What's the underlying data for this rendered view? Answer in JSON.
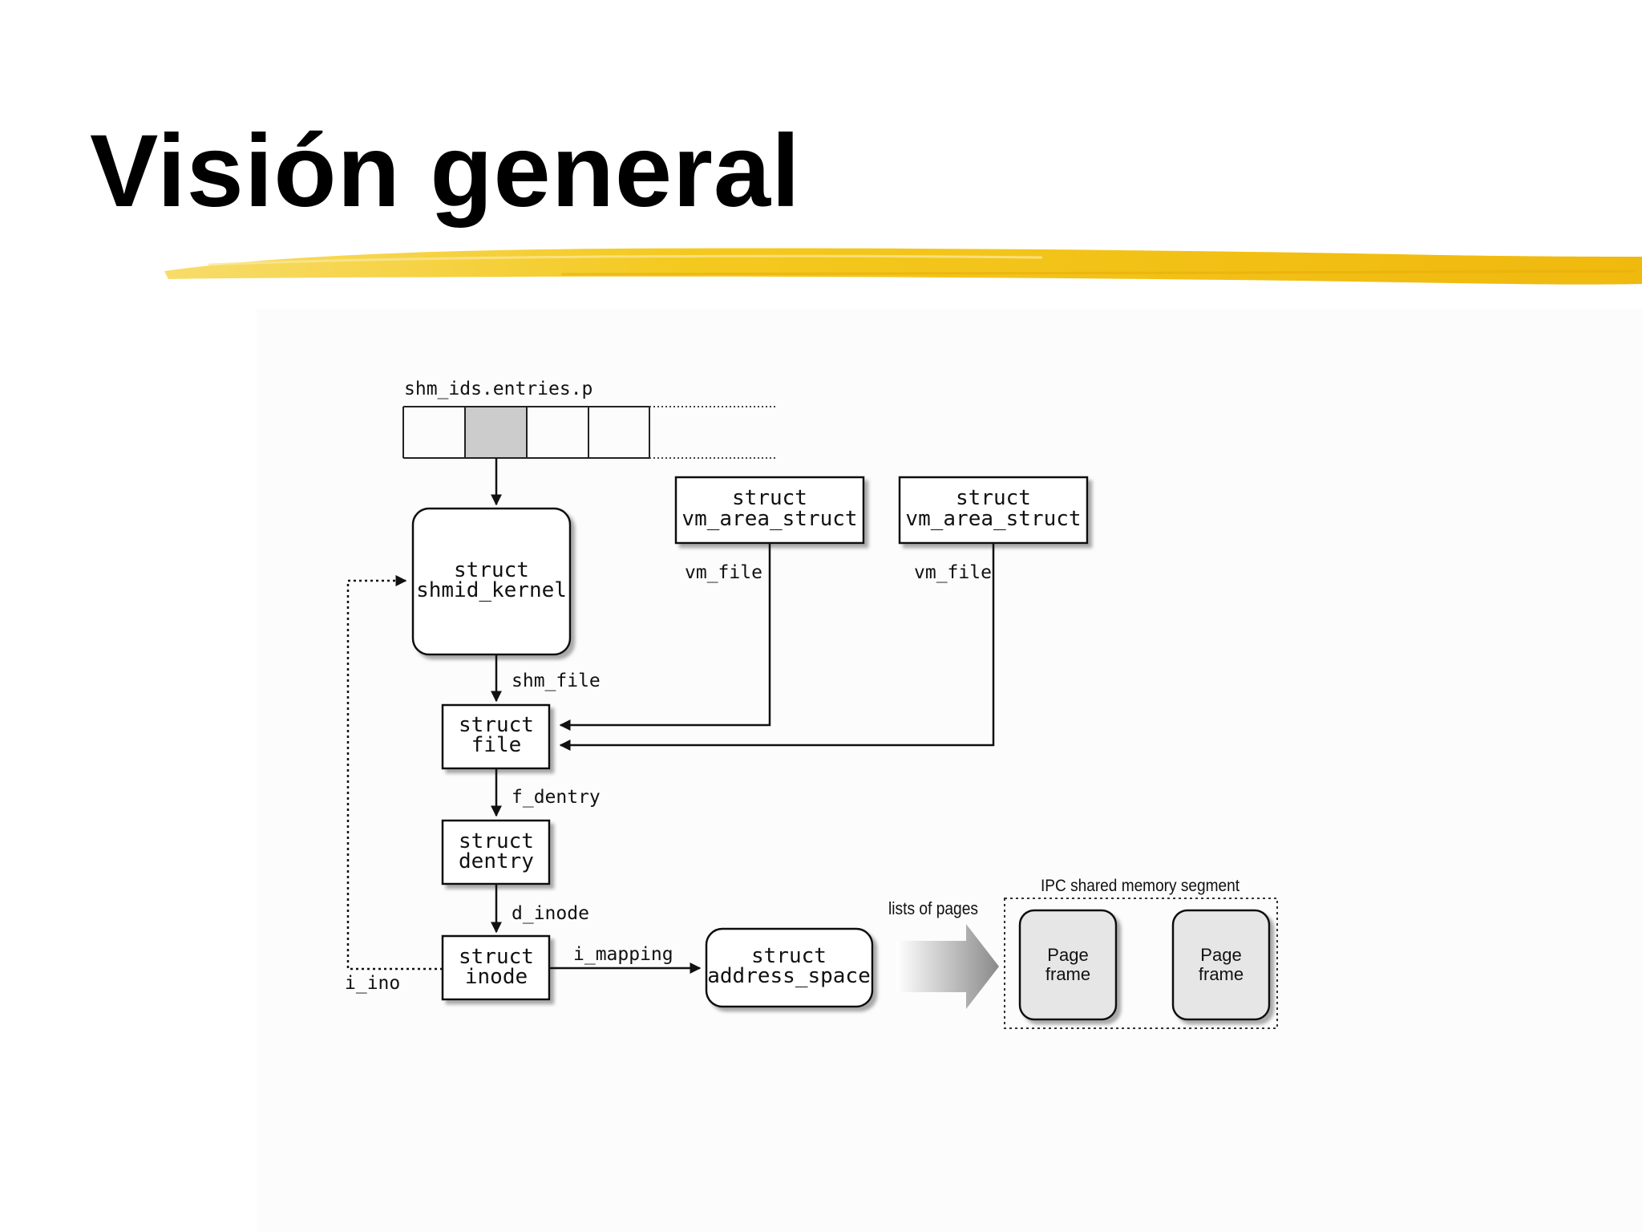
{
  "slide": {
    "title": "Visión general",
    "accent_color": "#f2c21a"
  },
  "diagram": {
    "array_label": "shm_ids.entries.p",
    "nodes": {
      "shmid_kernel": [
        "struct",
        "shmid_kernel"
      ],
      "vm_area_1": [
        "struct",
        "vm_area_struct"
      ],
      "vm_area_2": [
        "struct",
        "vm_area_struct"
      ],
      "file": [
        "struct",
        "file"
      ],
      "dentry": [
        "struct",
        "dentry"
      ],
      "inode": [
        "struct",
        "inode"
      ],
      "address_space": [
        "struct",
        "address_space"
      ],
      "page_frame_1": [
        "Page",
        "frame"
      ],
      "page_frame_2": [
        "Page",
        "frame"
      ]
    },
    "edge_labels": {
      "vm_file_1": "vm_file",
      "vm_file_2": "vm_file",
      "shm_file": "shm_file",
      "f_dentry": "f_dentry",
      "d_inode": "d_inode",
      "i_mapping": "i_mapping",
      "i_ino": "i_ino",
      "lists_of_pages": "lists of pages"
    },
    "segment_label": "IPC shared memory segment",
    "highlight_fill": "#cccccc",
    "page_fill": "#e6e6e6"
  }
}
